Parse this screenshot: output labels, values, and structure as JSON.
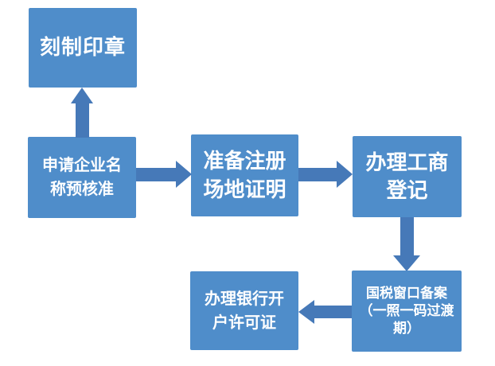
{
  "diagram": {
    "type": "flowchart",
    "background": "#ffffff",
    "colors": {
      "box_fill": "#4f8dca",
      "arrow_fill": "#4679b8",
      "text": "#ffffff"
    },
    "nodes": [
      {
        "id": "engrave-seal",
        "label": "刻制印章"
      },
      {
        "id": "apply-name-preapproval",
        "label": "申请企业名\n称预核准"
      },
      {
        "id": "prepare-site-certificate",
        "label": "准备注册\n场地证明"
      },
      {
        "id": "business-registration",
        "label": "办理工商\n登记"
      },
      {
        "id": "tax-window-filing",
        "label": "国税窗口备案\n（一照一码过渡\n期）"
      },
      {
        "id": "bank-account-permit",
        "label": "办理银行开\n户许可证"
      }
    ],
    "edges": [
      {
        "from": "apply-name-preapproval",
        "to": "engrave-seal",
        "direction": "up"
      },
      {
        "from": "apply-name-preapproval",
        "to": "prepare-site-certificate",
        "direction": "right"
      },
      {
        "from": "prepare-site-certificate",
        "to": "business-registration",
        "direction": "right"
      },
      {
        "from": "business-registration",
        "to": "tax-window-filing",
        "direction": "down"
      },
      {
        "from": "tax-window-filing",
        "to": "bank-account-permit",
        "direction": "left"
      }
    ]
  }
}
